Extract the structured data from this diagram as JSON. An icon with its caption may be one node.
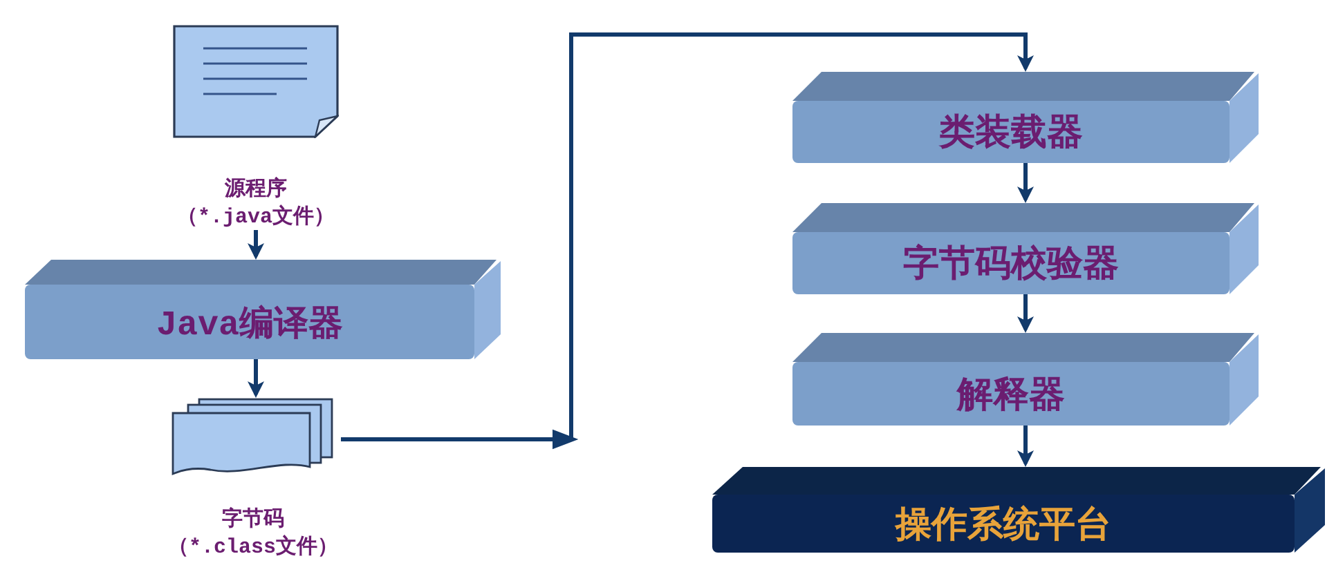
{
  "diagram": {
    "nodes": [
      {
        "text": [],
        "shape": "picture",
        "beside": [
          "源程序（*.java文件）"
        ]
      },
      {
        "text": [
          "Java编译器"
        ]
      },
      {
        "text": [],
        "shape": "document",
        "beside": [
          "字节码（*.class文件）"
        ]
      },
      {
        "text": [
          "类装载器"
        ]
      },
      {
        "text": [
          "字节码校验器"
        ]
      },
      {
        "text": [
          "解释器"
        ]
      },
      {
        "text": [
          "操作系统平台"
        ]
      }
    ],
    "edges": [
      {
        "from": 0,
        "to": 1,
        "arrow": "to"
      },
      {
        "from": 1,
        "to": 2,
        "arrow": "to"
      },
      {
        "from": 2,
        "to": 3,
        "arrow": "to"
      },
      {
        "from": 3,
        "to": 4,
        "arrow": "to"
      },
      {
        "from": 4,
        "to": 5,
        "arrow": "to"
      },
      {
        "from": 5,
        "to": 6,
        "arrow": "to"
      }
    ]
  }
}
